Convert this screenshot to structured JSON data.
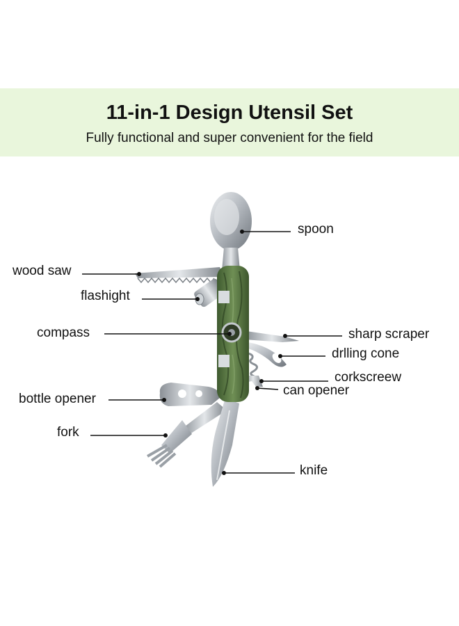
{
  "header": {
    "title": "11-in-1 Design Utensil Set",
    "subtitle": "Fully functional and super convenient for the field",
    "banner_color": "#e9f6dc"
  },
  "handle_color": "#5b7a44",
  "labels": {
    "spoon": "spoon",
    "wood_saw": "wood saw",
    "flashlight": "flashight",
    "compass": "compass",
    "sharp_scraper": "sharp scraper",
    "drilling_cone": "drlling cone",
    "corkscrew": "corkscreew",
    "can_opener": "can opener",
    "bottle_opener": "bottle opener",
    "fork": "fork",
    "knife": "knife"
  }
}
